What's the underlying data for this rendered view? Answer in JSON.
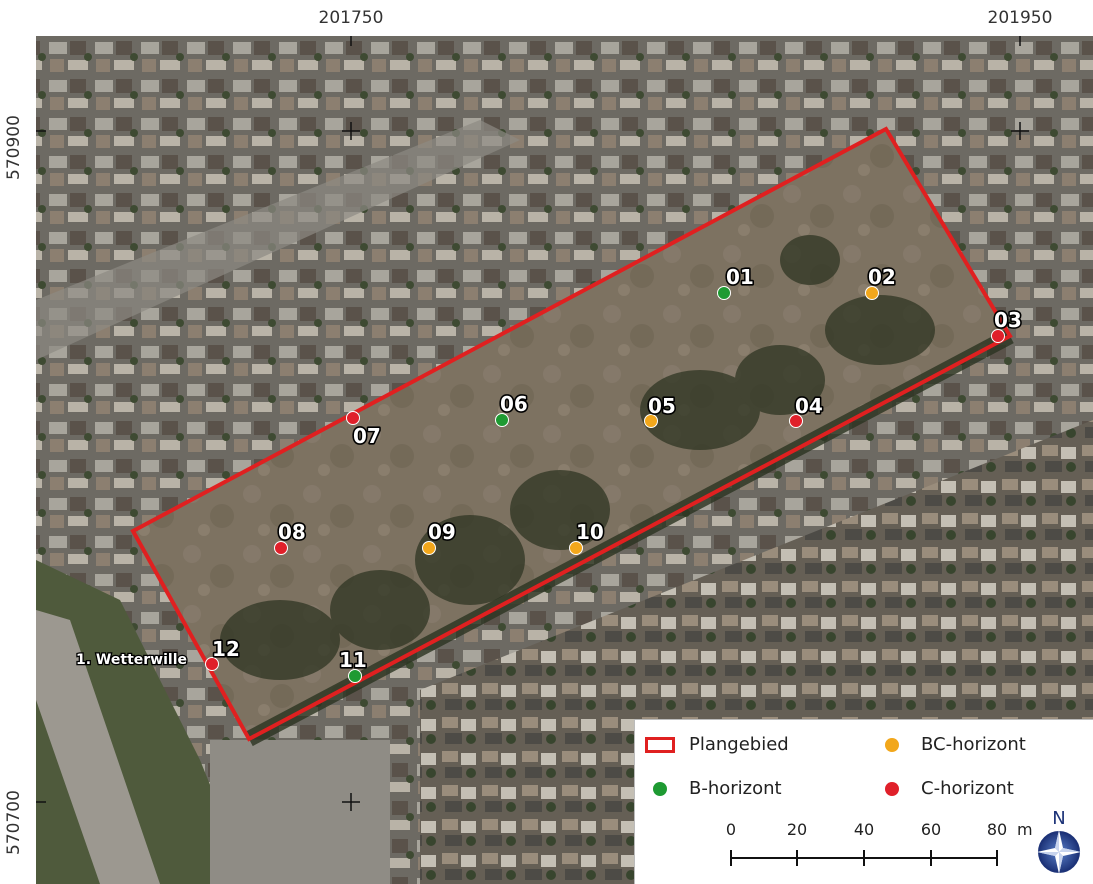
{
  "coordinates": {
    "top": [
      "201750",
      "201950"
    ],
    "left": [
      "570900",
      "570700"
    ]
  },
  "map_labels": {
    "street": "1. Wetterwille"
  },
  "points": [
    {
      "id": "01",
      "class": "B-horizont"
    },
    {
      "id": "02",
      "class": "BC-horizont"
    },
    {
      "id": "03",
      "class": "C-horizont"
    },
    {
      "id": "04",
      "class": "C-horizont"
    },
    {
      "id": "05",
      "class": "BC-horizont"
    },
    {
      "id": "06",
      "class": "B-horizont"
    },
    {
      "id": "07",
      "class": "C-horizont"
    },
    {
      "id": "08",
      "class": "C-horizont"
    },
    {
      "id": "09",
      "class": "BC-horizont"
    },
    {
      "id": "10",
      "class": "BC-horizont"
    },
    {
      "id": "11",
      "class": "B-horizont"
    },
    {
      "id": "12",
      "class": "C-horizont"
    }
  ],
  "legend": {
    "plan": "Plangebied",
    "b": "B-horizont",
    "bc": "BC-horizont",
    "c": "C-horizont"
  },
  "colors": {
    "plan_outline": "#e02020",
    "b_horizont": "#1e9a32",
    "bc_horizont": "#f2a71b",
    "c_horizont": "#e0202a"
  },
  "scalebar": {
    "labels": [
      "0",
      "20",
      "40",
      "60",
      "80"
    ],
    "unit": "m"
  },
  "north_arrow": {
    "letter": "N",
    "icon": "compass-rose-icon"
  }
}
